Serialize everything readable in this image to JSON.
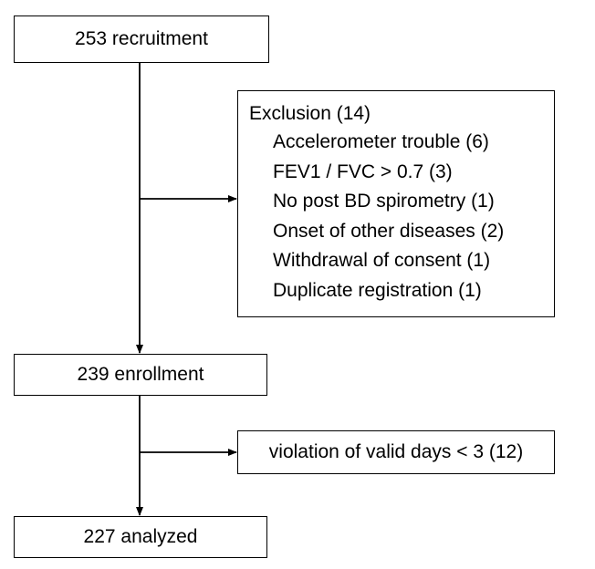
{
  "nodes": {
    "recruitment": "253 recruitment",
    "enrollment": "239 enrollment",
    "analyzed": "227 analyzed",
    "violation": "violation of valid days < 3 (12)"
  },
  "exclusion": {
    "title": "Exclusion (14)",
    "items": [
      "Accelerometer trouble (6)",
      "FEV1 / FVC > 0.7 (3)",
      "No post BD spirometry (1)",
      "Onset of other diseases (2)",
      "Withdrawal of consent (1)",
      "Duplicate registration (1)"
    ]
  }
}
